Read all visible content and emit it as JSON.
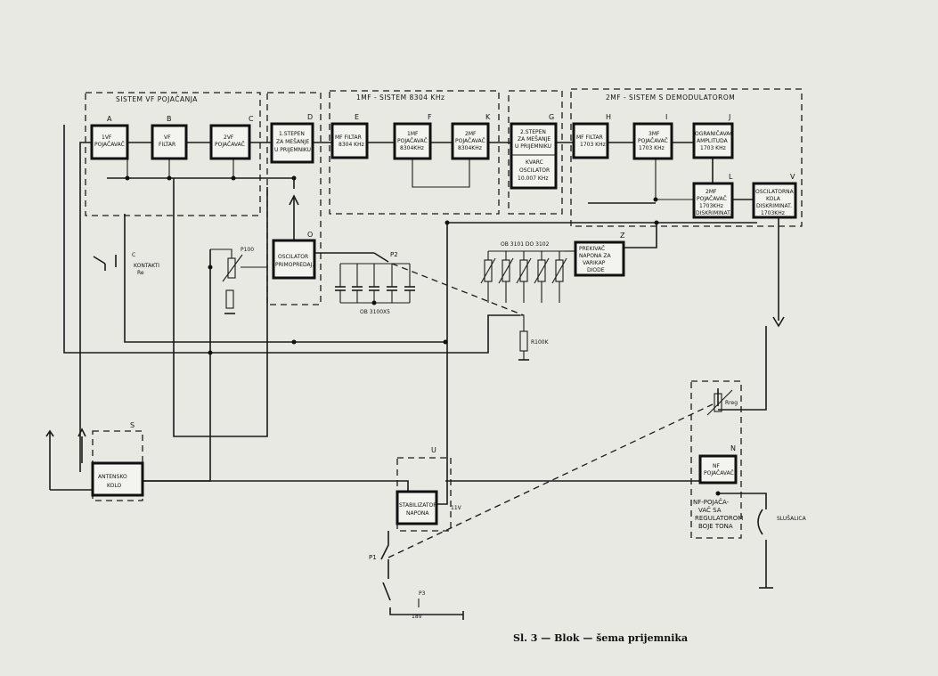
{
  "sections": {
    "vf": "SISTEM VF POJAČANJA",
    "mf1": "1MF - SISTEM    8304 KHz",
    "mf2": "2MF - SISTEM S DEMODULATOROM"
  },
  "blocks": {
    "A": {
      "letter": "A",
      "lines": [
        "1VF",
        "POJAČAVAČ"
      ]
    },
    "B": {
      "letter": "B",
      "lines": [
        "VF",
        "FILTAR"
      ]
    },
    "C": {
      "letter": "C",
      "lines": [
        "2VF",
        "POJAČAVAČ"
      ]
    },
    "D": {
      "letter": "D",
      "lines": [
        "1.STEPEN",
        "ZA MEŠANJE",
        "U PRIJEMNIKU"
      ]
    },
    "E": {
      "letter": "E",
      "lines": [
        "MF FILTAR",
        "8304 KHz"
      ]
    },
    "F": {
      "letter": "F",
      "lines": [
        "1MF",
        "POJAČAVAČ",
        "8304KHz"
      ]
    },
    "K": {
      "letter": "K",
      "lines": [
        "2MF",
        "POJAČAVAČ",
        "8304KHz"
      ]
    },
    "G": {
      "letter": "G",
      "lines": [
        "2.STEPEN",
        "ZA MEŠANJE",
        "U PRIJEMNIKU"
      ]
    },
    "G2": {
      "lines": [
        "KVARC",
        "OSCILATOR",
        "10.007 KHz"
      ]
    },
    "H": {
      "letter": "H",
      "lines": [
        "MF FILTAR",
        "1703 KHz"
      ]
    },
    "I": {
      "letter": "I",
      "lines": [
        "3MF",
        "POJAČAVAČ",
        "1703 KHz"
      ]
    },
    "J": {
      "letter": "J",
      "lines": [
        "OGRANIČAVAČ",
        "AMPLITUDA",
        "1703 KHz"
      ]
    },
    "L": {
      "letter": "L",
      "lines": [
        "2MF",
        "POJAČAVAČ",
        "1703KHz",
        "DISKRIMINAT."
      ]
    },
    "V": {
      "letter": "V",
      "lines": [
        "OSCILATORNA",
        "KOLA",
        "DISKRIMINAT.",
        "1703KHz"
      ]
    },
    "O": {
      "letter": "O",
      "lines": [
        "OSCILATOR",
        "PRIMOPREDAJ."
      ]
    },
    "Z": {
      "letter": "Z",
      "lines": [
        "PREKIVAČ",
        "NAPONA ZA",
        "VARIKAP",
        "DIODE"
      ]
    },
    "S": {
      "letter": "S",
      "lines": [
        "ANTENSKO",
        "KOLO"
      ]
    },
    "U": {
      "letter": "U",
      "lines": [
        "STABILIZATOR",
        "NAPONA"
      ]
    },
    "N": {
      "letter": "N",
      "lines": [
        "NF",
        "POJAČAVAČ"
      ]
    }
  },
  "labels": {
    "kontakti": "KONTAKTI",
    "re": "Re",
    "c": "C",
    "p100": "P100",
    "p2": "P2",
    "ob_top": "OB 3101 DO 3102",
    "ob_bot": "OB 3100X5",
    "r100k": "R100K",
    "v11": "11V",
    "p1": "P1",
    "p3": "P3",
    "v18": "18V",
    "nf_box": [
      "NF-POJAČA-",
      "VAČ SA",
      "REGULATOROM",
      "BOJE TONA"
    ],
    "slusalica": "SLUŠALICA",
    "rreg": "Rreg"
  },
  "caption": "Sl. 3 — Blok — šema prijemnika"
}
